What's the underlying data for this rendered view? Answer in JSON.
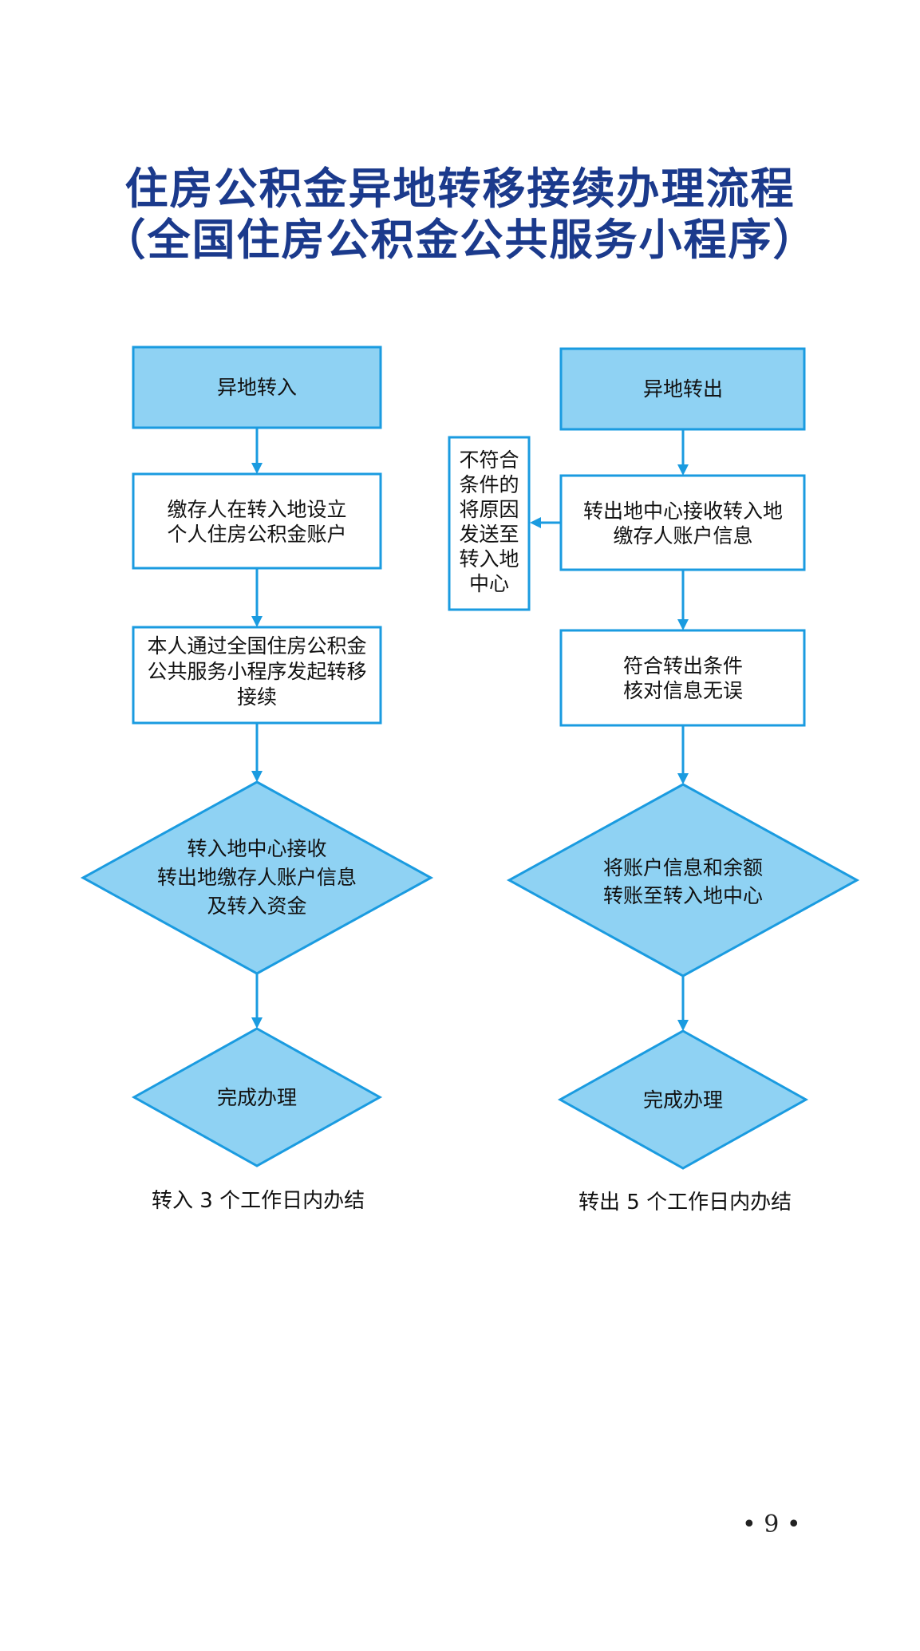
{
  "title": {
    "line1": "住房公积金异地转移接续办理流程",
    "line2": "（全国住房公积金公共服务小程序）"
  },
  "colors": {
    "title": "#1b3a8c",
    "stroke": "#1a9be0",
    "fill_light": "#8fd2f3",
    "fill_white": "#ffffff",
    "arrow": "#1a9be0"
  },
  "left_flow": {
    "start": "异地转入",
    "step1": [
      "缴存人在转入地设立",
      "个人住房公积金账户"
    ],
    "step2": [
      "本人通过全国住房公积金",
      "公共服务小程序发起转移",
      "接续"
    ],
    "decision": [
      "转入地中心接收",
      "转出地缴存人账户信息",
      "及转入资金"
    ],
    "end": "完成办理",
    "note": "转入 3 个工作日内办结"
  },
  "right_flow": {
    "start": "异地转出",
    "step1": [
      "转出地中心接收转入地",
      "缴存人账户信息"
    ],
    "reject": [
      "不符合",
      "条件的",
      "将原因",
      "发送至",
      "转入地",
      "中心"
    ],
    "step2": [
      "符合转出条件",
      "核对信息无误"
    ],
    "decision": [
      "将账户信息和余额",
      "转账至转入地中心"
    ],
    "end": "完成办理",
    "note": "转出 5 个工作日内办结"
  },
  "footer": {
    "page_number": "• 9 •"
  }
}
